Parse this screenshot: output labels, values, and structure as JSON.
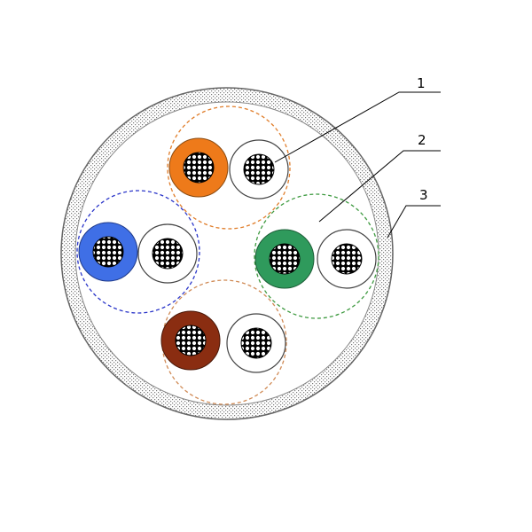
{
  "callouts": [
    {
      "label": "1",
      "target": "conductor"
    },
    {
      "label": "2",
      "target": "twisted-pair"
    },
    {
      "label": "3",
      "target": "outer-jacket"
    }
  ],
  "pairs": [
    {
      "name": "orange-pair",
      "colored_insulation": "#ee7a1a",
      "outline": "#e07d2a"
    },
    {
      "name": "blue-pair",
      "colored_insulation": "#3f6fe6",
      "outline": "#2b36c9"
    },
    {
      "name": "green-pair",
      "colored_insulation": "#2f9a5c",
      "outline": "#3e9a40"
    },
    {
      "name": "brown-pair",
      "colored_insulation": "#8a2d11",
      "outline": "#d08a55"
    }
  ],
  "colors": {
    "jacket_border": "#666666",
    "jacket_fill": "#ffffff",
    "white_insulation": "#ffffff"
  }
}
